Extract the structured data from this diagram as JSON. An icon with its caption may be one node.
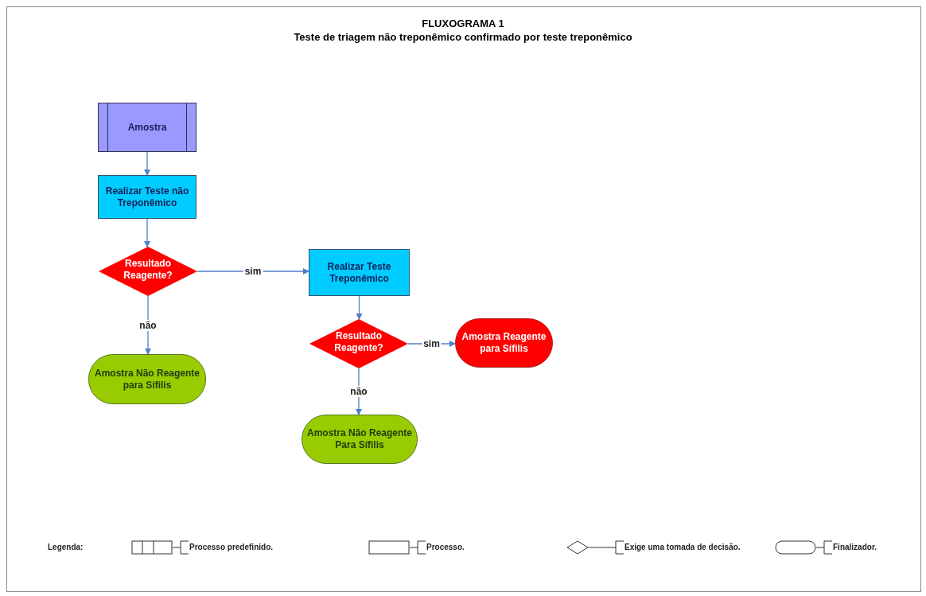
{
  "diagram": {
    "title": "FLUXOGRAMA 1",
    "caption": "Teste de triagem não treponêmico confirmado por teste treponêmico",
    "nodes": [
      {
        "text": [
          "Amostra"
        ]
      },
      {
        "text": [
          "Realizar Teste não Treponêmico"
        ]
      },
      {
        "text": [
          "Resultado Reagente?"
        ]
      },
      {
        "text": [
          "Realizar Teste Treponêmico"
        ]
      },
      {
        "text": [
          "Resultado Reagente?"
        ]
      },
      {
        "text": [
          "Amostra Reagente para Sífilis"
        ]
      },
      {
        "text": [
          "Amostra Não Reagente para Sífilis"
        ]
      },
      {
        "text": [
          "Amostra Não Reagente Para Sífilis"
        ]
      }
    ],
    "edges": [
      {
        "from": 0,
        "to": 1,
        "arrow": "to"
      },
      {
        "from": 1,
        "to": 2,
        "arrow": "to"
      },
      {
        "from": 2,
        "to": 3,
        "arrow": "to",
        "label": "sim"
      },
      {
        "from": 2,
        "to": 6,
        "arrow": "to",
        "label": "não"
      },
      {
        "from": 3,
        "to": 4,
        "arrow": "to"
      },
      {
        "from": 4,
        "to": 5,
        "arrow": "to",
        "label": "sim"
      },
      {
        "from": 4,
        "to": 7,
        "arrow": "to",
        "label": "não"
      }
    ],
    "labels": [
      "Legenda:"
    ],
    "legend": [
      {
        "text": "Processo predefinido."
      },
      {
        "text": "Processo."
      },
      {
        "text": "Exige uma tomada de decisão."
      },
      {
        "text": "Finalizador."
      }
    ]
  }
}
